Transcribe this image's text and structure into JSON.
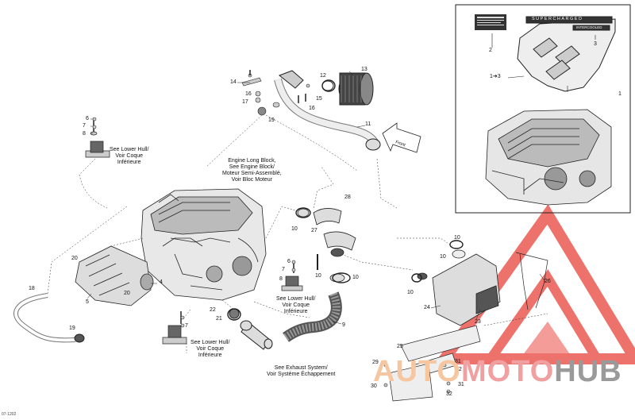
{
  "diagram": {
    "callouts": [
      {
        "id": "c1",
        "text": "1"
      },
      {
        "id": "c1to3",
        "text": "1➔3"
      },
      {
        "id": "c2",
        "text": "2"
      },
      {
        "id": "c3",
        "text": "3"
      },
      {
        "id": "c4",
        "text": "4"
      },
      {
        "id": "c5",
        "text": "5"
      },
      {
        "id": "c6a",
        "text": "6"
      },
      {
        "id": "c6b",
        "text": "6"
      },
      {
        "id": "c7a",
        "text": "7"
      },
      {
        "id": "c7b",
        "text": "7"
      },
      {
        "id": "c7c",
        "text": "7"
      },
      {
        "id": "c8a",
        "text": "8"
      },
      {
        "id": "c8b",
        "text": "8"
      },
      {
        "id": "c9",
        "text": "9"
      },
      {
        "id": "c10a",
        "text": "10"
      },
      {
        "id": "c10b",
        "text": "10"
      },
      {
        "id": "c10c",
        "text": "10"
      },
      {
        "id": "c10d",
        "text": "10"
      },
      {
        "id": "c10e",
        "text": "10"
      },
      {
        "id": "c10f",
        "text": "10"
      },
      {
        "id": "c11",
        "text": "11"
      },
      {
        "id": "c12",
        "text": "12"
      },
      {
        "id": "c13",
        "text": "13"
      },
      {
        "id": "c14",
        "text": "14"
      },
      {
        "id": "c15",
        "text": "15"
      },
      {
        "id": "c16a",
        "text": "16"
      },
      {
        "id": "c16b",
        "text": "16"
      },
      {
        "id": "c17",
        "text": "17"
      },
      {
        "id": "c18",
        "text": "18"
      },
      {
        "id": "c19a",
        "text": "19"
      },
      {
        "id": "c19b",
        "text": "19"
      },
      {
        "id": "c20a",
        "text": "20"
      },
      {
        "id": "c20b",
        "text": "20"
      },
      {
        "id": "c21",
        "text": "21"
      },
      {
        "id": "c22",
        "text": "22"
      },
      {
        "id": "c23",
        "text": "23"
      },
      {
        "id": "c24",
        "text": "24"
      },
      {
        "id": "c25",
        "text": "25"
      },
      {
        "id": "c26",
        "text": "26"
      },
      {
        "id": "c27",
        "text": "27"
      },
      {
        "id": "c28",
        "text": "28"
      },
      {
        "id": "c29",
        "text": "29"
      },
      {
        "id": "c30",
        "text": "30"
      },
      {
        "id": "c31a",
        "text": "31"
      },
      {
        "id": "c31b",
        "text": "31"
      },
      {
        "id": "c32a",
        "text": "32"
      },
      {
        "id": "c32b",
        "text": "32"
      }
    ],
    "notes": {
      "hull_top": [
        "See Lower Hull/",
        "Voir Coque",
        "Inférieure"
      ],
      "engine": [
        "Engine Long Block,",
        "See Engine Block/",
        "Moteur Semi-Assemblé,",
        "Voir Bloc Moteur"
      ],
      "hull_mid": [
        "See Lower Hull/",
        "Voir Coque",
        "Inférieure"
      ],
      "hull_bottom": [
        "See Lower Hull/",
        "Voir Coque",
        "Inférieure"
      ],
      "exhaust": [
        "See Exhaust System/",
        "Voir Système Échappement"
      ]
    },
    "front_label": "Front",
    "cover_text": "SUPERCHARGED",
    "cover_subtext": "INTERCOOLED",
    "footer_code": "07-1202"
  },
  "watermark": {
    "part1": "AUTO",
    "part2": "MOTO",
    "part3": "HUB"
  },
  "colors": {
    "line": "#222222",
    "watermark_red": "#e8433a",
    "watermark_orange": "#f3a35c",
    "watermark_gray": "#8c8c8c"
  }
}
